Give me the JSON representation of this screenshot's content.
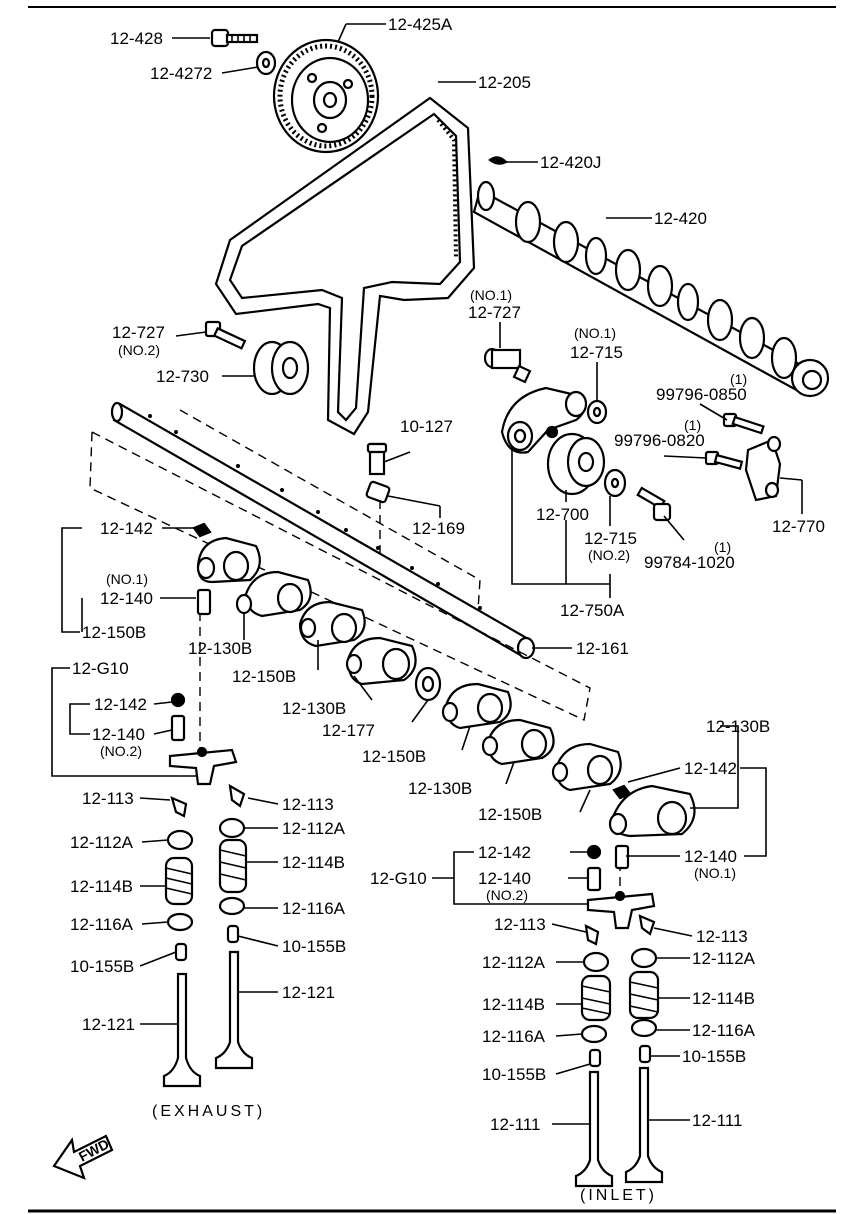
{
  "labels": {
    "l_12428": "12-428",
    "l_124272": "12-4272",
    "l_12425A": "12-425A",
    "l_12205": "12-205",
    "l_12420J": "12-420J",
    "l_12420": "12-420",
    "l_12727top_no": "(NO.1)",
    "l_12727top": "12-727",
    "l_12715top_no": "(NO.1)",
    "l_12715top": "12-715",
    "l_12727": "12-727",
    "l_12727_no": "(NO.2)",
    "l_12730": "12-730",
    "l_99796_0850_q": "(1)",
    "l_99796_0850": "99796-0850",
    "l_99796_0820_q": "(1)",
    "l_99796_0820": "99796-0820",
    "l_10127": "10-127",
    "l_12169": "12-169",
    "l_12700": "12-700",
    "l_12715b": "12-715",
    "l_12715b_no": "(NO.2)",
    "l_99784_q": "(1)",
    "l_99784": "99784-1020",
    "l_12770": "12-770",
    "l_12750A": "12-750A",
    "l_12142a": "12-142",
    "l_12140a_no": "(NO.1)",
    "l_12140a": "12-140",
    "l_12150Ba": "12-150B",
    "l_12130Ba": "12-130B",
    "l_12150Bb": "12-150B",
    "l_12161": "12-161",
    "l_12G10a": "12-G10",
    "l_12142b": "12-142",
    "l_12140b": "12-140",
    "l_12140b_no": "(NO.2)",
    "l_12130Bb": "12-130B",
    "l_12177": "12-177",
    "l_12150Bc": "12-150B",
    "l_12130Bc": "12-130B",
    "l_12150Bd": "12-150B",
    "l_12130Bd": "12-130B",
    "l_12142c": "12-142",
    "l_12140c": "12-140",
    "l_12140c_no": "(NO.1)",
    "l_12113a": "12-113",
    "l_12113b": "12-113",
    "l_12112Aa": "12-112A",
    "l_12112Ab": "12-112A",
    "l_12114Ba": "12-114B",
    "l_12114Bb": "12-114B",
    "l_12116Aa": "12-116A",
    "l_12116Ab": "12-116A",
    "l_10155Ba": "10-155B",
    "l_10155Bb": "10-155B",
    "l_12121a": "12-121",
    "l_12121b": "12-121",
    "l_12G10b": "12-G10",
    "l_12142d": "12-142",
    "l_12140d": "12-140",
    "l_12140d_no": "(NO.2)",
    "l_12113c": "12-113",
    "l_12113d": "12-113",
    "l_12112Ac": "12-112A",
    "l_12112Ad": "12-112A",
    "l_12114Bc": "12-114B",
    "l_12114Bd": "12-114B",
    "l_12116Ac": "12-116A",
    "l_12116Ad": "12-116A",
    "l_10155Bc": "10-155B",
    "l_10155Bd": "10-155B",
    "l_12111a": "12-111",
    "l_12111b": "12-111"
  },
  "captions": {
    "exhaust": "(EXHAUST)",
    "inlet": "(INLET)",
    "fwd": "FWD"
  }
}
